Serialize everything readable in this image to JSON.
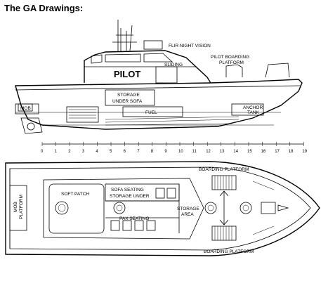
{
  "heading": "The GA Drawings:",
  "profile_labels": {
    "flir": "FLIR NIGHT VISION",
    "sliding": "SLIDING",
    "pilot": "PILOT",
    "pilot_boarding_line1": "PILOT BOARDING",
    "pilot_boarding_line2": "PLATFORM",
    "storage_line1": "STORAGE",
    "storage_line2": "UNDER SOFA",
    "fuel": "FUEL",
    "mob": "MOB",
    "anchor_line1": "ANCHOR",
    "anchor_line2": "TANK"
  },
  "scale_ticks": [
    "0",
    "1",
    "2",
    "3",
    "4",
    "5",
    "6",
    "7",
    "8",
    "9",
    "10",
    "11",
    "12",
    "13",
    "14",
    "15",
    "16",
    "17",
    "18",
    "19"
  ],
  "plan_labels": {
    "boarding_top": "BOARDING PLATFORM",
    "boarding_bottom": "BOARDING PLATFORM",
    "soft_patch": "SOFT PATCH",
    "sofa_line1": "SOFA SEATING",
    "sofa_line2": "STORAGE UNDER",
    "storage_line1": "STORAGE",
    "storage_line2": "AREA",
    "pax": "PAX SEATING",
    "mob_line1": "MOB",
    "mob_line2": "PLATFORM"
  }
}
